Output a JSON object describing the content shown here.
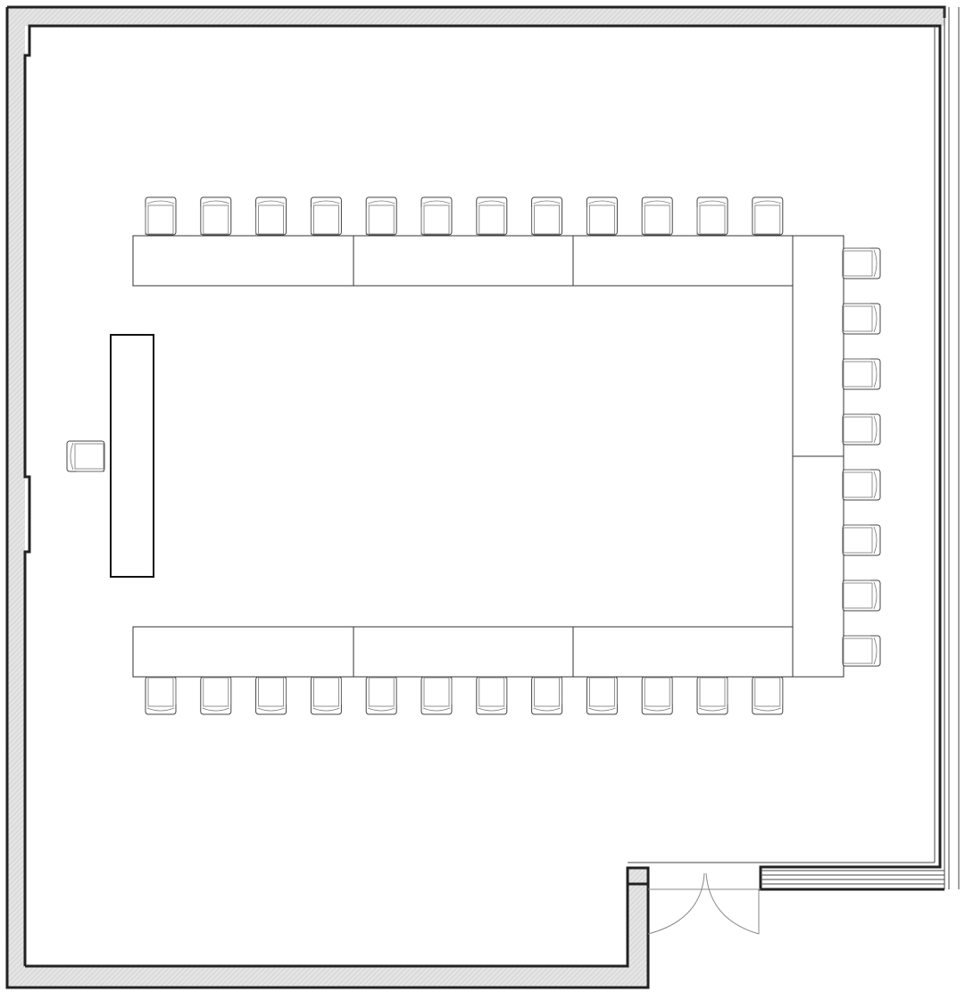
{
  "plan": {
    "room": "u-shape-conference-layout",
    "top_row_chairs": 12,
    "bottom_row_chairs": 12,
    "right_side_chairs": 8,
    "head_chairs": 1,
    "top_tables": 3,
    "bottom_tables": 3,
    "side_tables": 2,
    "colors": {
      "wall_hatch": "#cfcfcf",
      "wall_line": "#222222",
      "furniture_line": "#333333",
      "background": "#ffffff"
    }
  }
}
